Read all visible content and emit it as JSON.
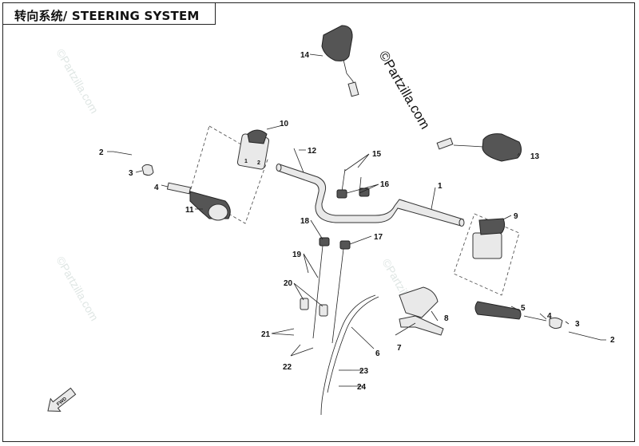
{
  "header": {
    "title": "转向系统/ STEERING SYSTEM"
  },
  "watermarks": {
    "main": "©Partzilla.com",
    "faint": "©Partzilla.com"
  },
  "callouts": [
    {
      "id": "c1",
      "label": "1"
    },
    {
      "id": "c2a",
      "label": "2"
    },
    {
      "id": "c2b",
      "label": "2"
    },
    {
      "id": "c3a",
      "label": "3"
    },
    {
      "id": "c3b",
      "label": "3"
    },
    {
      "id": "c4a",
      "label": "4"
    },
    {
      "id": "c4b",
      "label": "4"
    },
    {
      "id": "c5",
      "label": "5"
    },
    {
      "id": "c6",
      "label": "6"
    },
    {
      "id": "c7",
      "label": "7"
    },
    {
      "id": "c8",
      "label": "8"
    },
    {
      "id": "c9",
      "label": "9"
    },
    {
      "id": "c10",
      "label": "10"
    },
    {
      "id": "c11",
      "label": "11"
    },
    {
      "id": "c12",
      "label": "12"
    },
    {
      "id": "c13",
      "label": "13"
    },
    {
      "id": "c14",
      "label": "14"
    },
    {
      "id": "c15",
      "label": "15"
    },
    {
      "id": "c16",
      "label": "16"
    },
    {
      "id": "c17",
      "label": "17"
    },
    {
      "id": "c18",
      "label": "18"
    },
    {
      "id": "c19",
      "label": "19"
    },
    {
      "id": "c20",
      "label": "20"
    },
    {
      "id": "c21",
      "label": "21"
    },
    {
      "id": "c22",
      "label": "22"
    },
    {
      "id": "c23",
      "label": "23"
    },
    {
      "id": "c24",
      "label": "24"
    }
  ],
  "inset_labels": {
    "switch_left": "1",
    "switch_left_b": "2"
  },
  "front_arrow": {
    "label": "FWD"
  },
  "colors": {
    "line": "#222222",
    "part_fill": "#e9e9e9",
    "watermark": "#dfe6e4"
  }
}
